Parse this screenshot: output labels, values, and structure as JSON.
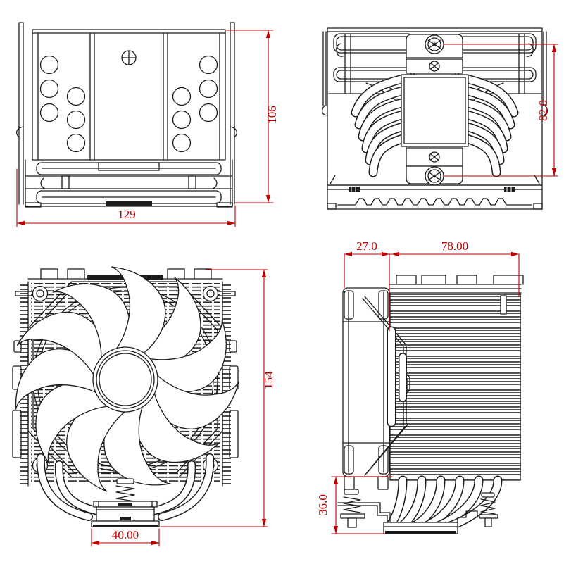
{
  "document": {
    "type": "technical-drawing",
    "subject": "cpu-cooler-four-view-dimension-drawing",
    "background": "#ffffff",
    "line_color": "#1c1c1c",
    "dimension_color": "#c00000"
  },
  "views": {
    "top_view": "top-left",
    "bottom_view": "top-right",
    "front_view": "bottom-left",
    "side_view": "bottom-right"
  },
  "dims": {
    "top_height": "106",
    "top_width": "129",
    "hole_pitch": "82.0",
    "front_height": "154",
    "base_width": "40.00",
    "fan_depth": "27.0",
    "body_depth": "78.00",
    "base_height": "36.0"
  }
}
